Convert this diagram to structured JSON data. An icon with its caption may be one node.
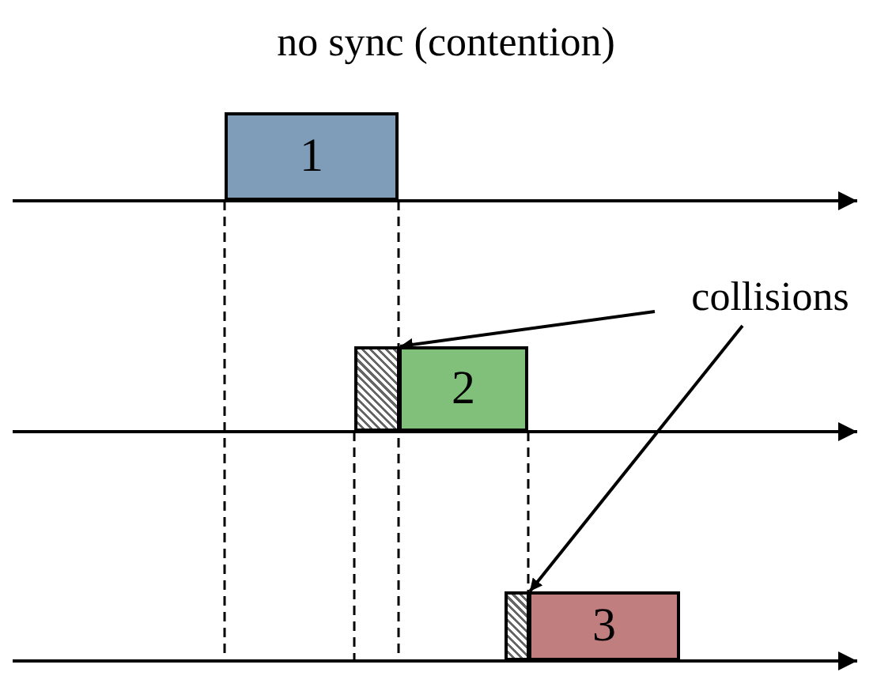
{
  "diagram": {
    "title": "no sync (contention)",
    "nodes": [
      {
        "text": [
          "1"
        ]
      },
      {
        "text": [],
        "shape": "box"
      },
      {
        "text": [
          "2"
        ]
      },
      {
        "text": [],
        "shape": "box"
      },
      {
        "text": [
          "3"
        ]
      },
      {
        "text": [
          "collisions"
        ]
      }
    ],
    "edges": [
      {
        "from": 5,
        "to": 1,
        "arrow": "to"
      },
      {
        "from": 5,
        "to": 3,
        "arrow": "to"
      }
    ]
  }
}
